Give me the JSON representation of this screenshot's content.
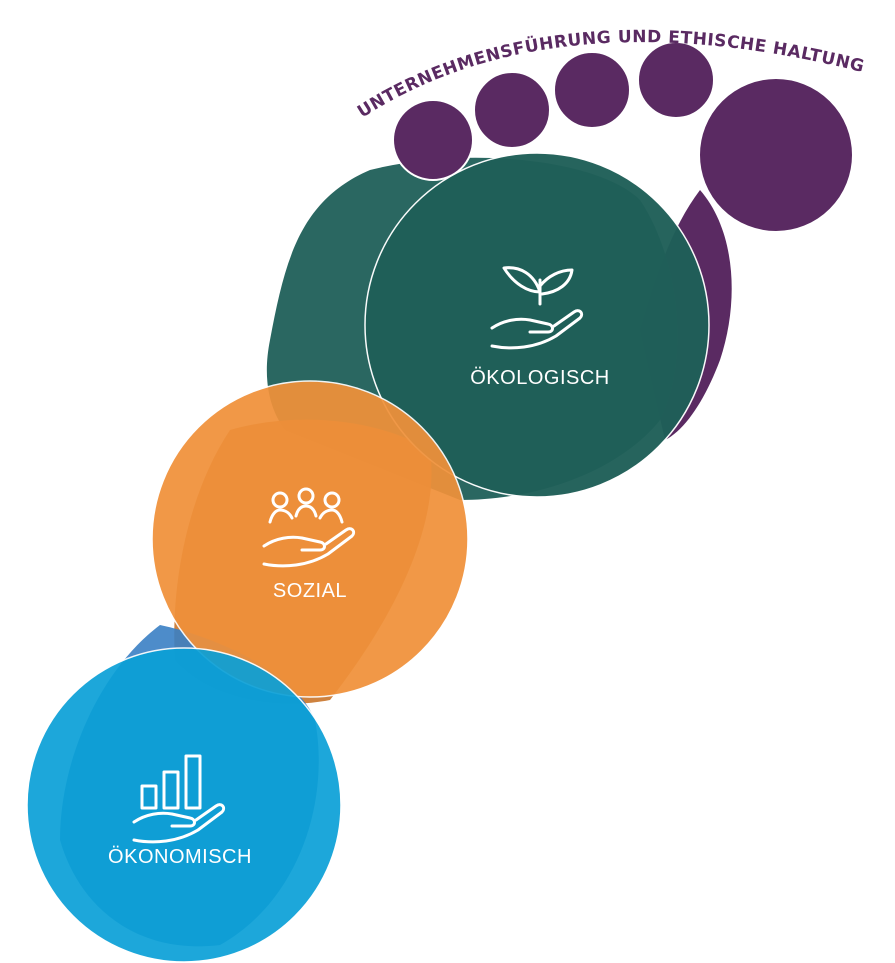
{
  "title": "UNTERNEHMENSFÜHRUNG UND ETHISCHE HALTUNG",
  "pillars": [
    {
      "label": "ÖKOLOGISCH",
      "icon": "plant-in-hand-icon",
      "color": "#1f5f58"
    },
    {
      "label": "SOZIAL",
      "icon": "people-in-hand-icon",
      "color": "#f0913a"
    },
    {
      "label": "ÖKONOMISCH",
      "icon": "bar-chart-in-hand-icon",
      "color": "#0aa0d7"
    }
  ],
  "colors": {
    "governance": "#5a2a62",
    "ecological": "#1f5f58",
    "social": "#f0913a",
    "economic": "#0aa0d7"
  }
}
